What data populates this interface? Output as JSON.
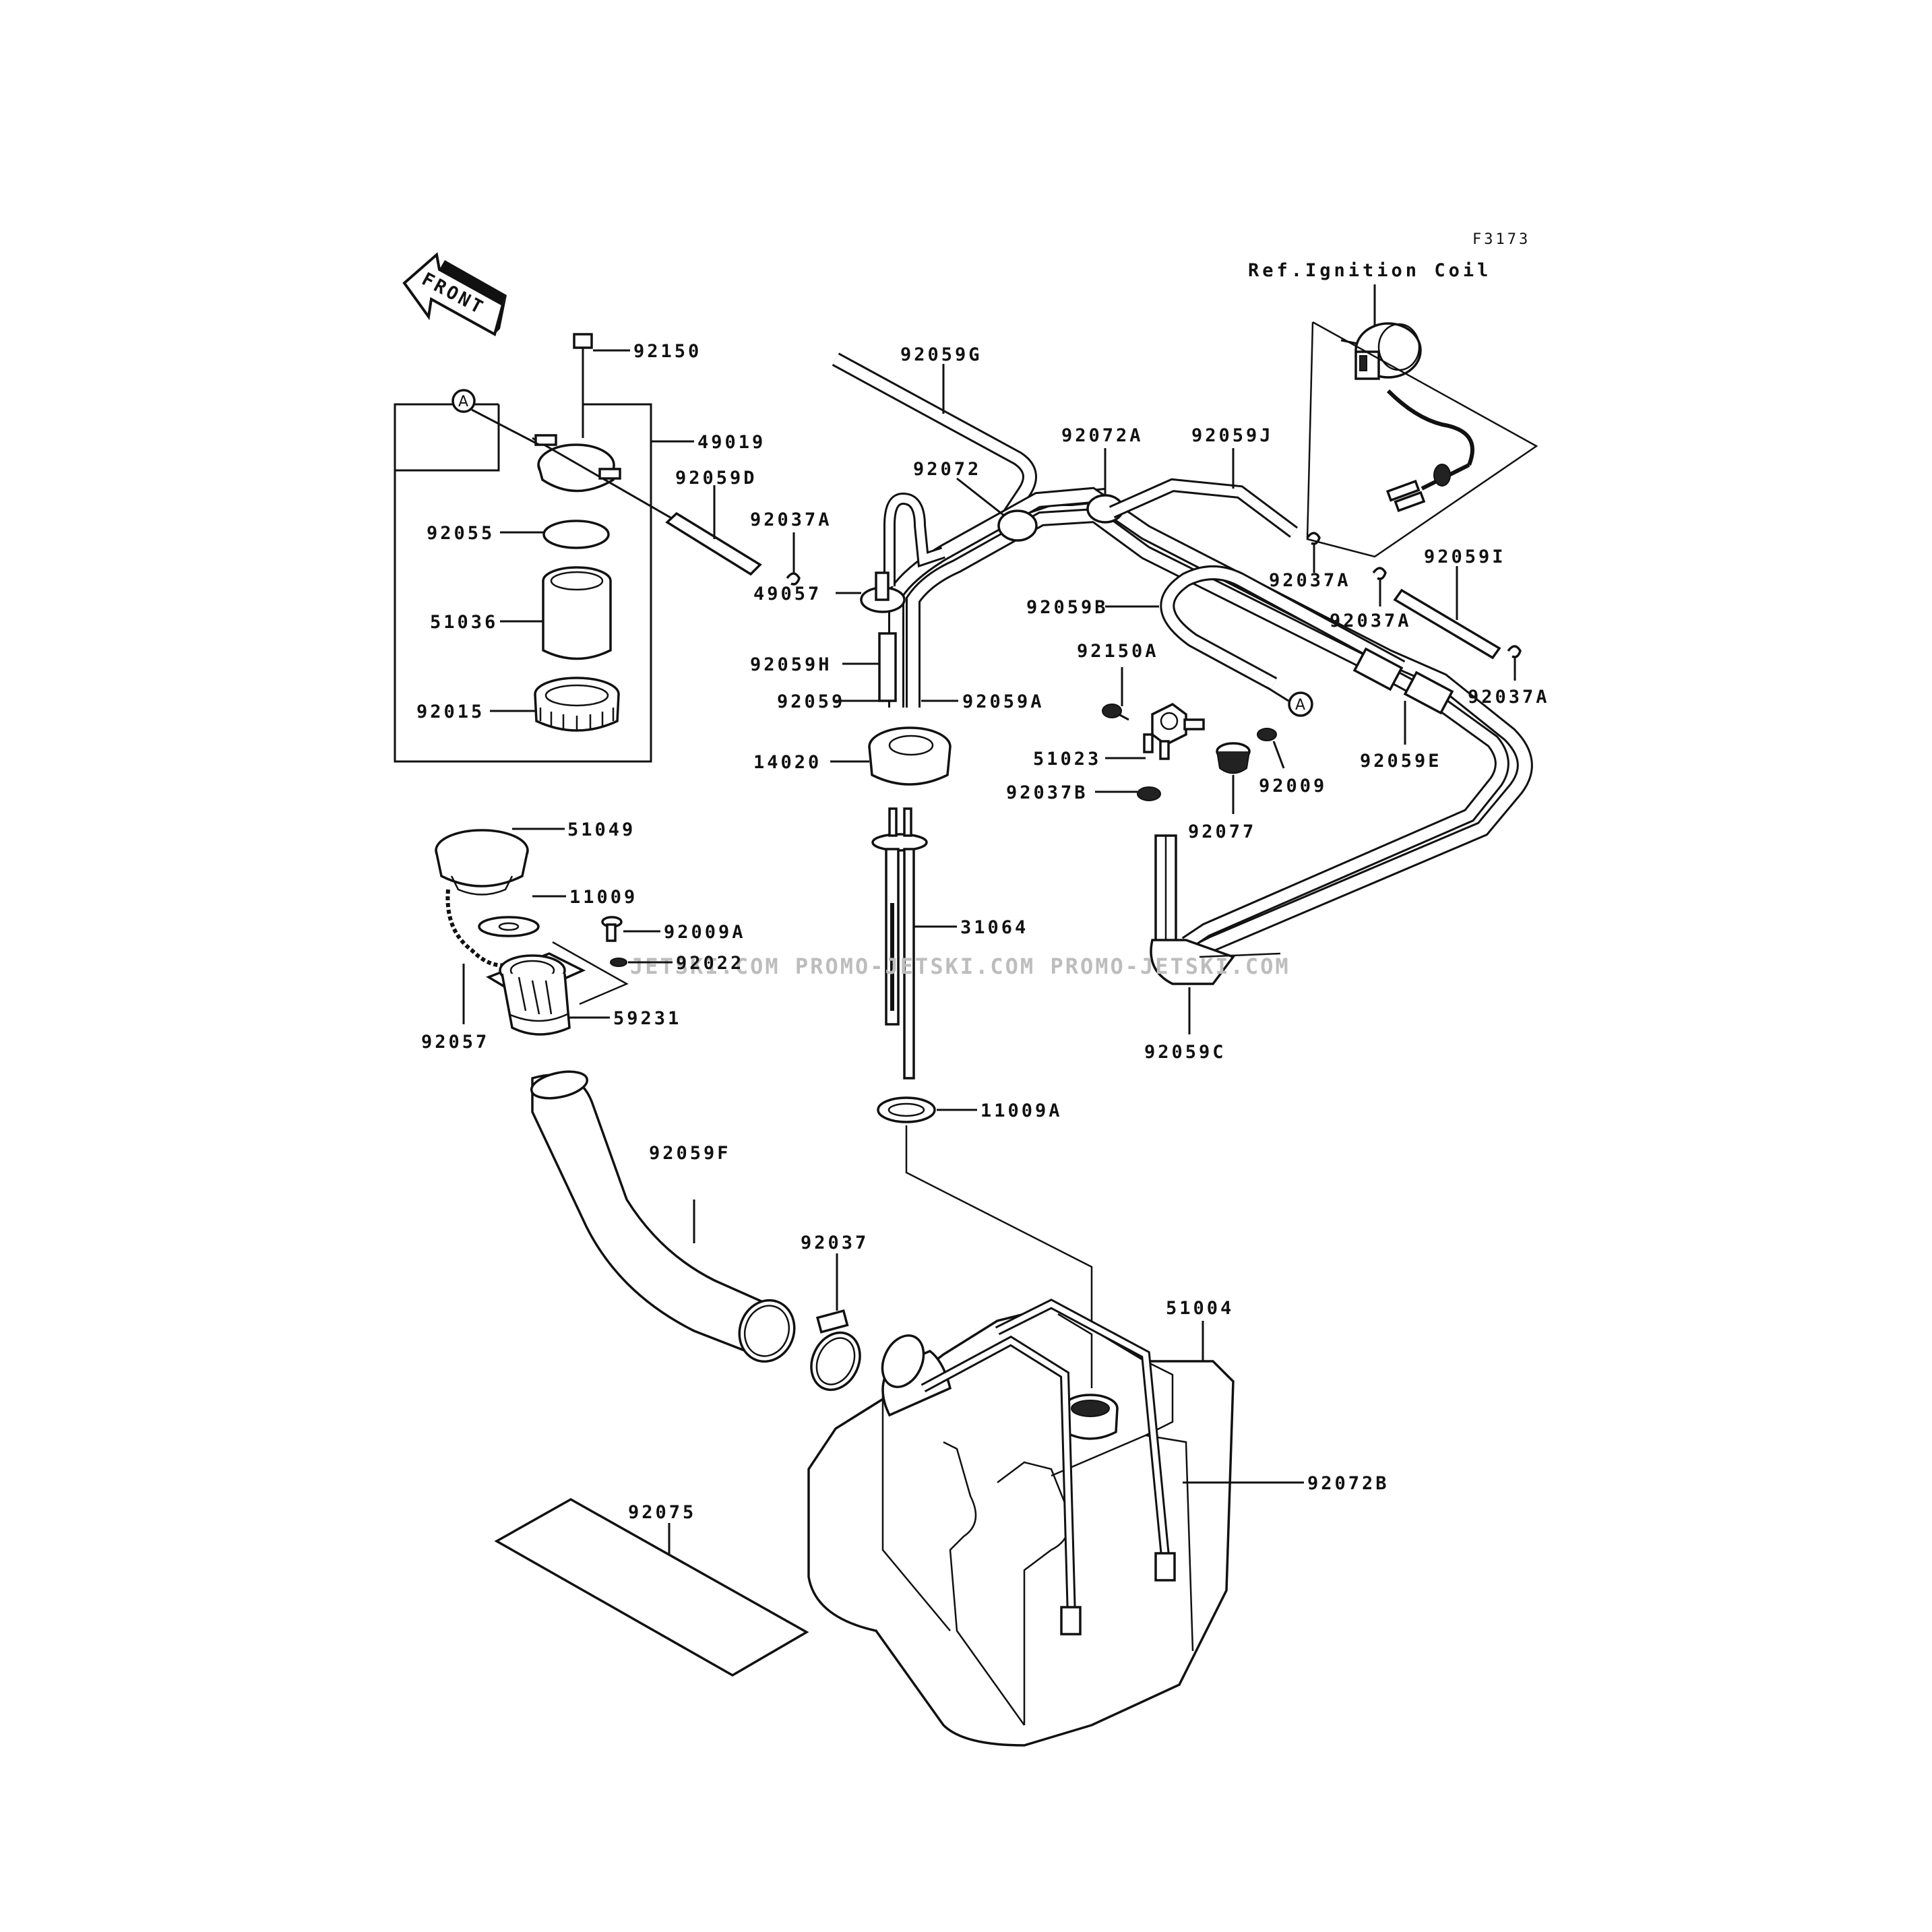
{
  "figure_code": "F3173",
  "reference_note": "Ref.Ignition Coil",
  "front_label": "FRONT",
  "marker_a": "A",
  "watermark": "JETSKI.COM  PROMO-JETSKI.COM  PROMO-JETSKI.COM",
  "parts": {
    "p92150": "92150",
    "p49019": "49019",
    "p92059D": "92059D",
    "p92055": "92055",
    "p51036": "51036",
    "p92015": "92015",
    "p92059G": "92059G",
    "p92072": "92072",
    "p92072A": "92072A",
    "p92059J": "92059J",
    "p92037A_1": "92037A",
    "p92037A_2": "92037A",
    "p92037A_3": "92037A",
    "p92037A_4": "92037A",
    "p49057": "49057",
    "p92059B": "92059B",
    "p92059I": "92059I",
    "p92059H": "92059H",
    "p92150A": "92150A",
    "p92059": "92059",
    "p92059A": "92059A",
    "p92059E": "92059E",
    "p14020": "14020",
    "p51023": "51023",
    "p92009": "92009",
    "p92037B": "92037B",
    "p92077": "92077",
    "p51049": "51049",
    "p11009": "11009",
    "p92009A": "92009A",
    "p92022": "92022",
    "p31064": "31064",
    "p59231": "59231",
    "p92057": "92057",
    "p92059C": "92059C",
    "p11009A": "11009A",
    "p92059F": "92059F",
    "p92037": "92037",
    "p51004": "51004",
    "p92072B": "92072B",
    "p92075": "92075"
  }
}
